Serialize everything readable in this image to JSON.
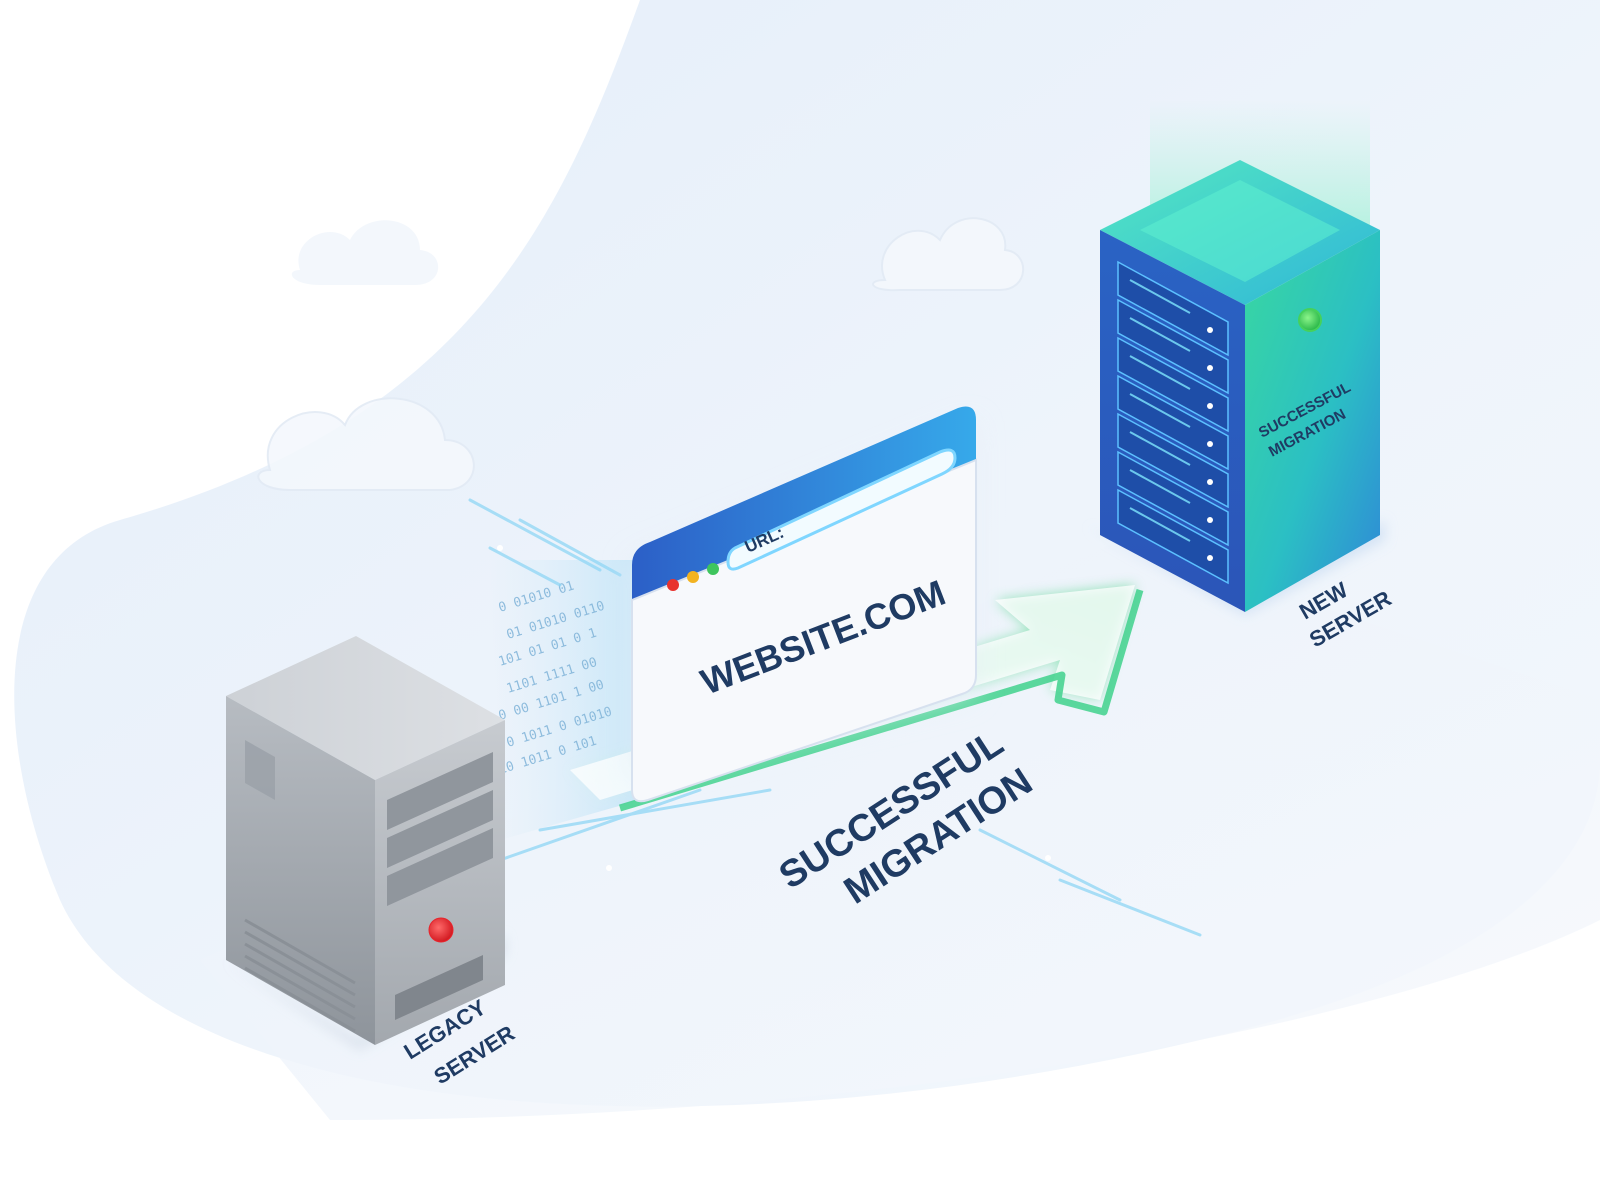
{
  "browser": {
    "url_label": "URL:",
    "site": "WEBSITE.COM"
  },
  "legacy_server": {
    "label_line1": "LEGACY",
    "label_line2": "SERVER"
  },
  "new_server": {
    "label_line1": "NEW",
    "label_line2": "SERVER",
    "panel_line1": "SUCCESSFUL",
    "panel_line2": "MIGRATION"
  },
  "arrow": {
    "label_line1": "SUCCESSFUL",
    "label_line2": "MIGRATION"
  },
  "binary_stream": {
    "rows": [
      "0 01010 01",
      "01 01010 0110",
      "101 01 01 0 1",
      "1101 1111 00",
      "0 00 1101 1 00",
      "0 1011 0 01010",
      "10 1011 0 101"
    ]
  },
  "colors": {
    "legacy_status": "#e8242c",
    "new_status": "#46d15a",
    "accent_blue": "#2e63c9",
    "accent_green": "#3fd18c"
  }
}
